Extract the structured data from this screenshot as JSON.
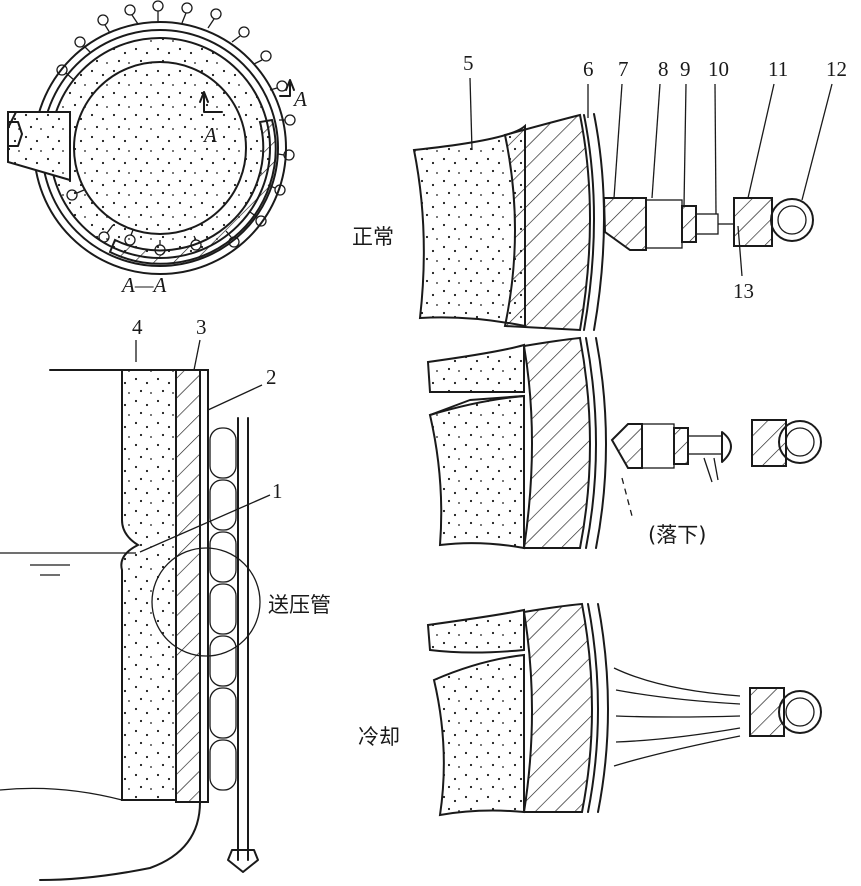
{
  "diagram": {
    "section_label": "A—A",
    "section_mark_1": "A",
    "section_mark_2": "A",
    "part_numbers": {
      "n1": "1",
      "n2": "2",
      "n3": "3",
      "n4": "4",
      "n5": "5",
      "n6": "6",
      "n7": "7",
      "n8": "8",
      "n9": "9",
      "n10": "10",
      "n11": "11",
      "n12": "12",
      "n13": "13"
    },
    "labels": {
      "pressure_pipe": "送压管",
      "normal": "正常",
      "falling": "(落下)",
      "cooling": "冷却"
    }
  }
}
